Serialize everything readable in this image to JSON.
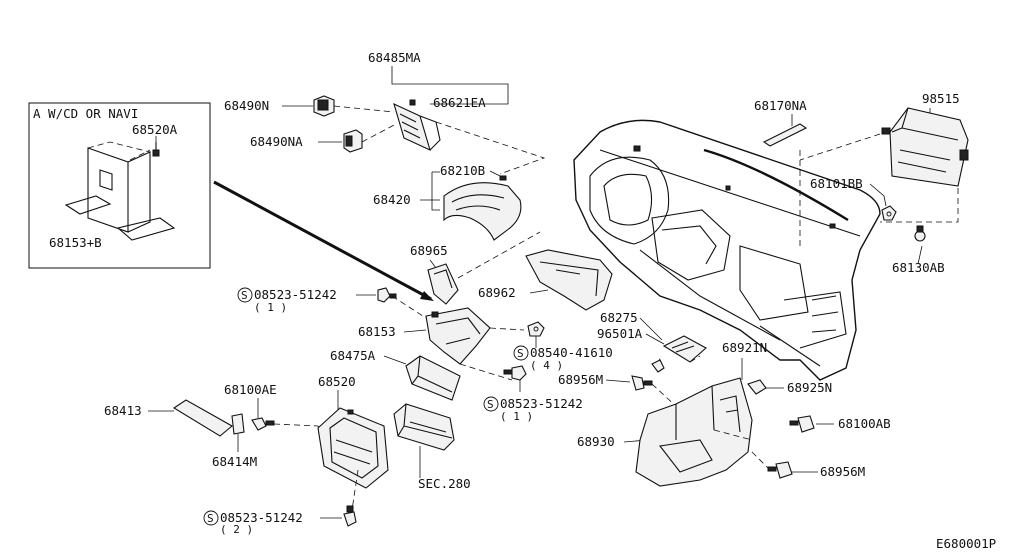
{
  "diagram_id": "E680001P",
  "inset": {
    "title": "A W/CD OR NAVI",
    "parts": [
      "68520A",
      "68153+B"
    ]
  },
  "labels": {
    "p68485MA": "68485MA",
    "p68490N": "68490N",
    "p68621EA": "68621EA",
    "p68490NA": "68490NA",
    "p68210B": "68210B",
    "p68420": "68420",
    "p68965": "68965",
    "p68962": "68962",
    "p68170NA": "68170NA",
    "p98515": "98515",
    "p68101BB": "68101BB",
    "p68130AB": "68130AB",
    "p68153": "68153",
    "ref_a": "A",
    "p68475A": "68475A",
    "p68275": "68275",
    "p96501A": "96501A",
    "p68921N": "68921N",
    "p68925N": "68925N",
    "p68956M_a": "68956M",
    "p68100AB": "68100AB",
    "p68930": "68930",
    "p68956M_b": "68956M",
    "p68100AE": "68100AE",
    "p68520": "68520",
    "p68413": "68413",
    "p68414M": "68414M",
    "sec280": "SEC.280"
  },
  "bolts": [
    {
      "prefix": "S",
      "number": "08523-51242",
      "qty": "( 1 )"
    },
    {
      "prefix": "S",
      "number": "08540-41610",
      "qty": "( 4 )"
    },
    {
      "prefix": "S",
      "number": "08523-51242",
      "qty": "( 1 )"
    },
    {
      "prefix": "S",
      "number": "08523-51242",
      "qty": "( 2 )"
    }
  ]
}
